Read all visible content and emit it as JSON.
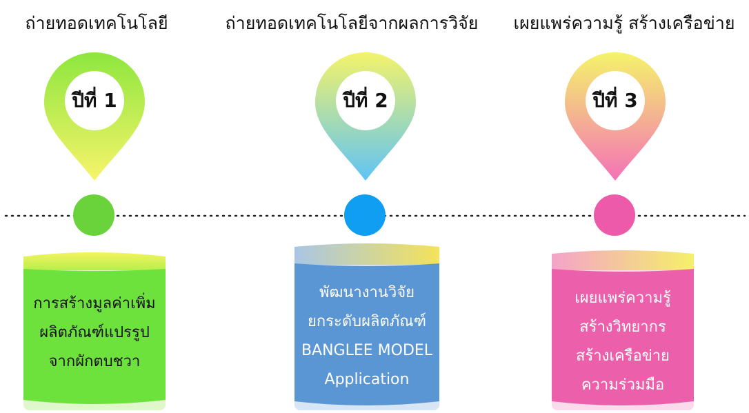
{
  "steps": [
    {
      "heading": "ถ่ายทอดเทคโนโลยี",
      "year": "ปีที่ 1",
      "card_lines": [
        "การสร้างมูลค่าเพิ่ม",
        "ผลิตภัณฑ์แปรรูป",
        "จากผักตบชวา"
      ],
      "colors": {
        "pin_top": "#8ee63f",
        "pin_bottom": "#f7f46a",
        "dot": "#6ad33b",
        "card": "#6ee23c",
        "card_top": "#f3f45e"
      }
    },
    {
      "heading": "ถ่ายทอดเทคโนโลยีจากผลการวิจัย",
      "year": "ปีที่ 2",
      "card_lines": [
        "พัฒนางานวิจัย",
        "ยกระดับผลิตภัณฑ์",
        "BANGLEE MODEL",
        "Application"
      ],
      "colors": {
        "pin_top": "#f3f36a",
        "pin_bottom": "#5fc4f5",
        "dot": "#0f9ef2",
        "card": "#5b96d4",
        "card_top": "#f4e25a"
      }
    },
    {
      "heading": "เผยแพร่ความรู้ สร้างเครือข่าย",
      "year": "ปีที่ 3",
      "card_lines": [
        "เผยแพร่ความรู้",
        "สร้างวิทยากร",
        "สร้างเครือข่าย",
        "ความร่วมมือ"
      ],
      "colors": {
        "pin_top": "#f5f36b",
        "pin_bottom": "#f372b7",
        "dot": "#ec5aa9",
        "card": "#ec5faa",
        "card_top": "#f5f06a"
      }
    }
  ]
}
